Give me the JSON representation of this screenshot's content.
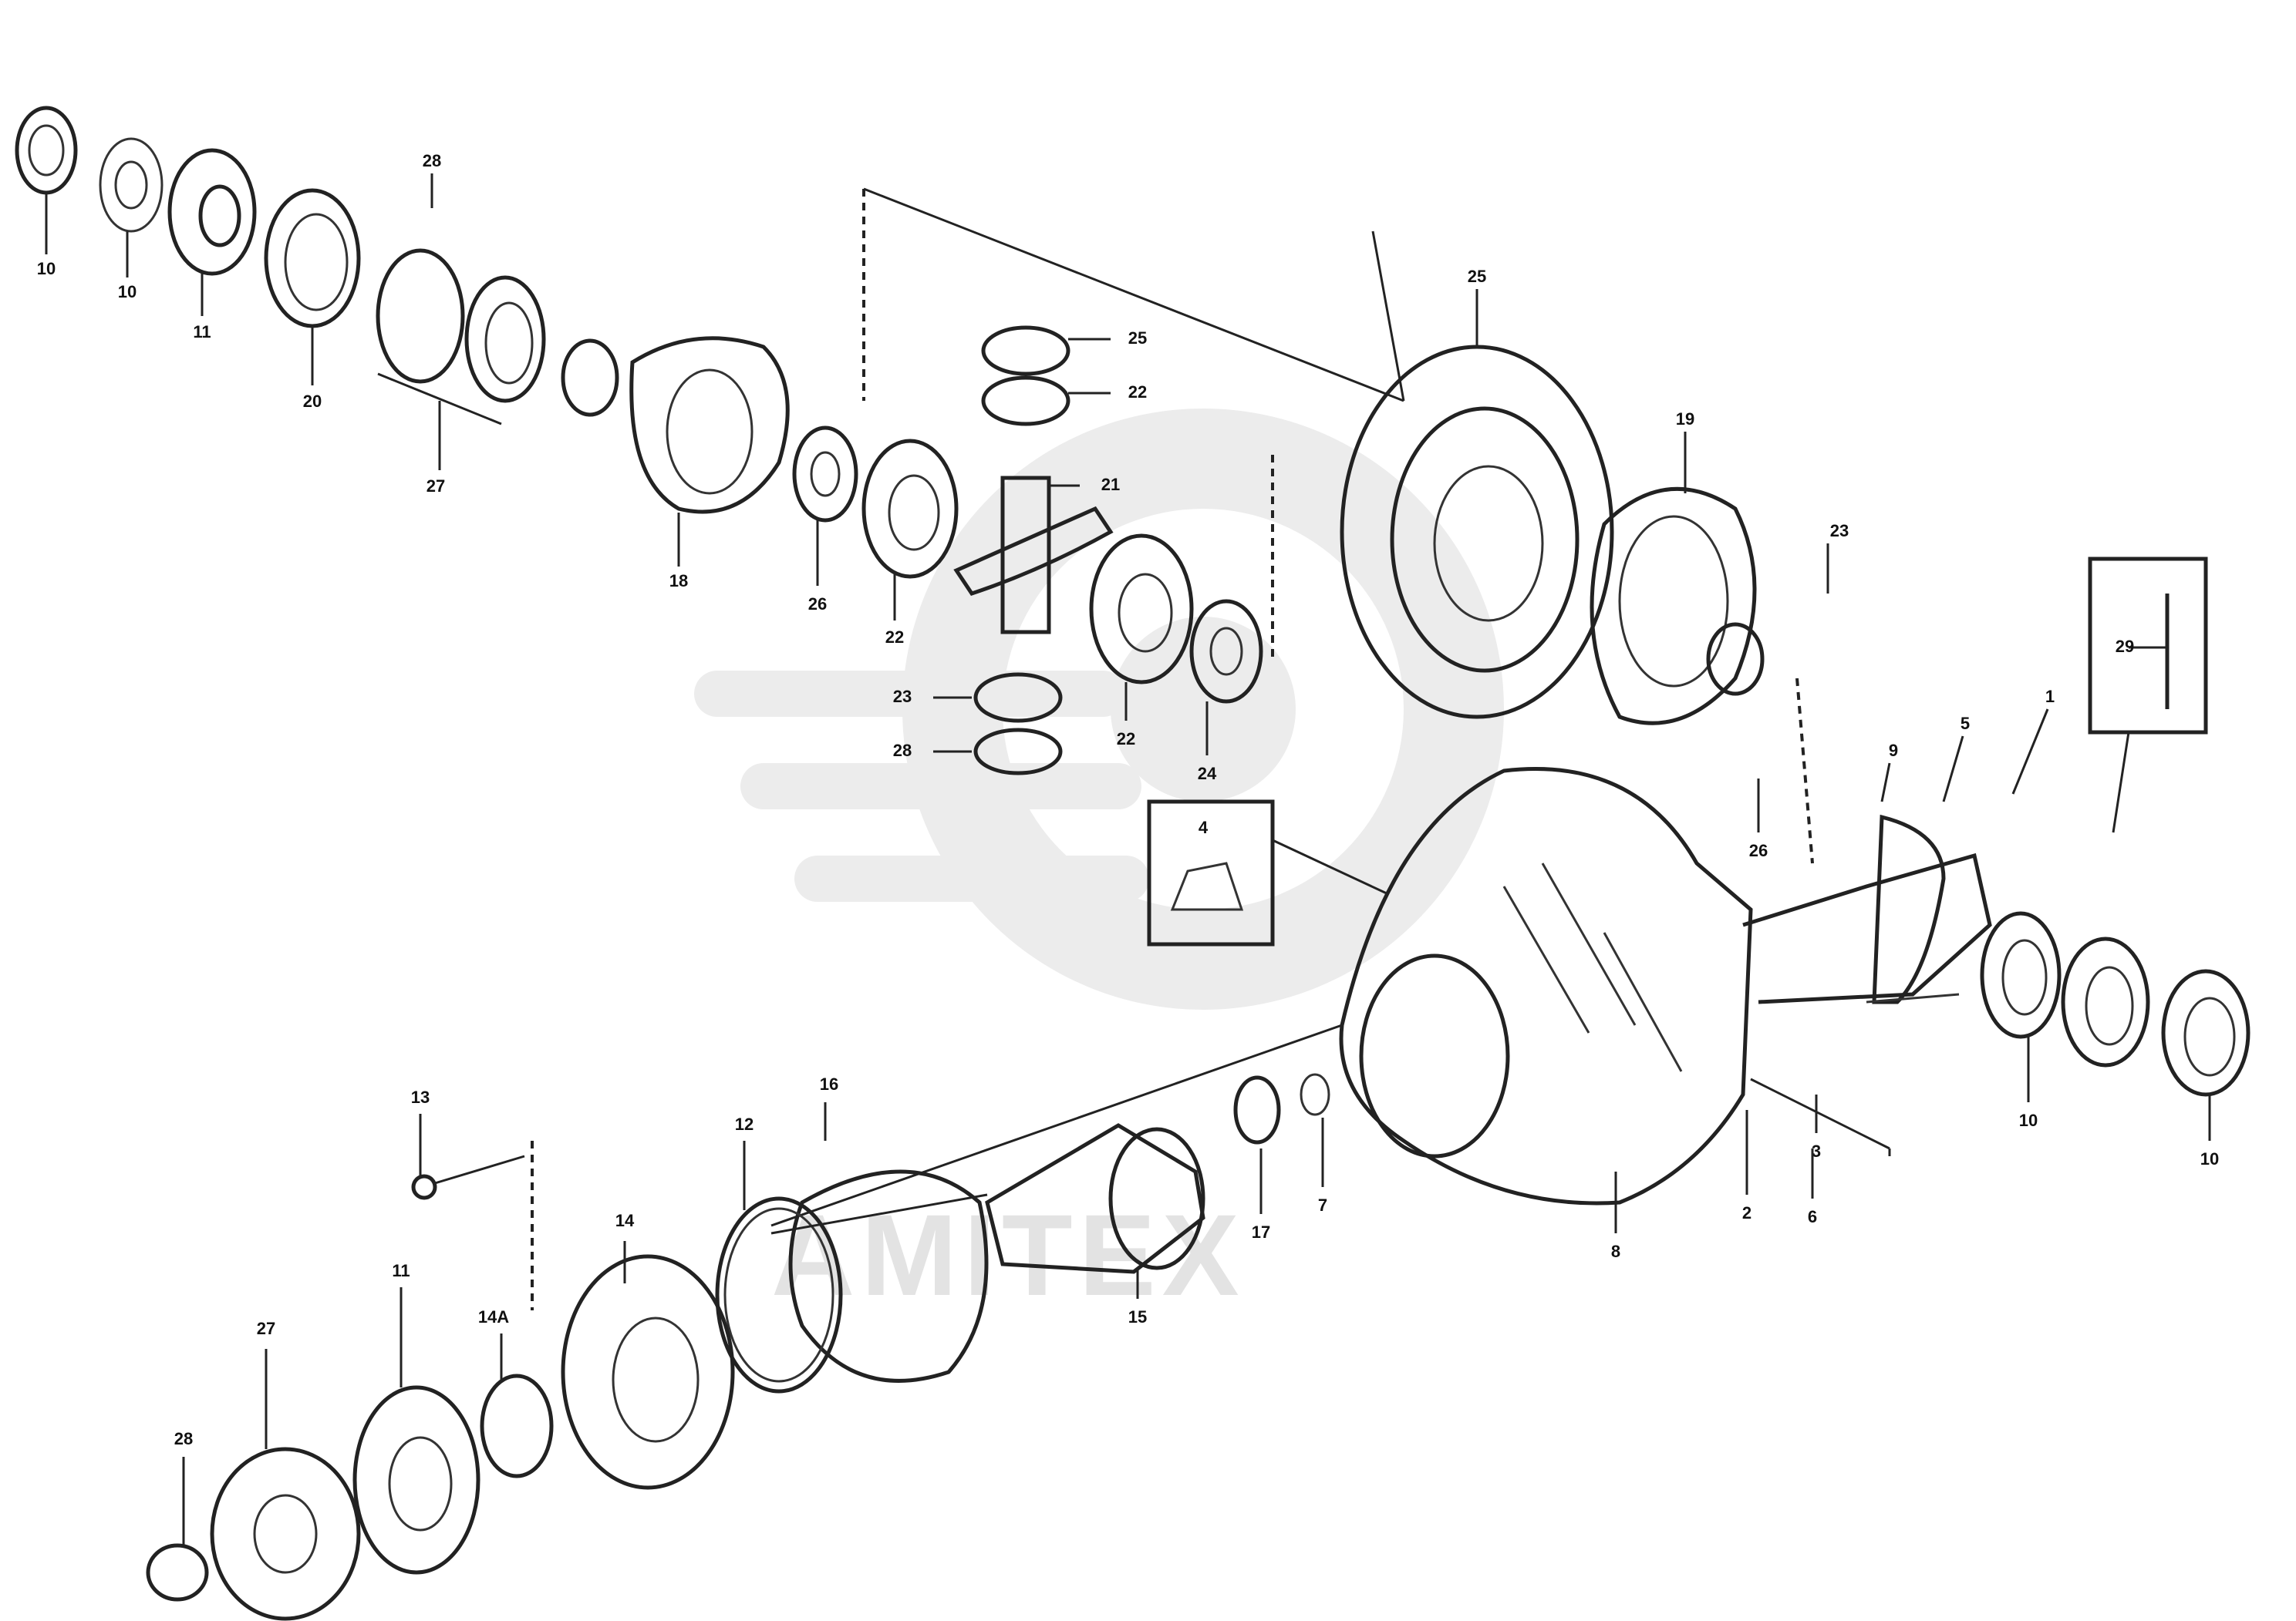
{
  "watermark": {
    "text": "AMITEX",
    "icon": "gear-wheel-watermark-icon",
    "color": "#e3e3e3"
  },
  "callouts": {
    "c1": "10",
    "c2": "10",
    "c3": "11",
    "c4": "20",
    "c5": "28",
    "c6": "27",
    "c7": "18",
    "c8": "25",
    "c9": "22",
    "c10": "21",
    "c11": "26",
    "c12": "22",
    "c13": "23",
    "c14": "28",
    "c15": "22",
    "c16": "24",
    "c17": "4",
    "c18": "19",
    "c19": "23",
    "c20": "29",
    "c21": "25",
    "c22": "26",
    "c23": "9",
    "c24": "5",
    "c25": "1",
    "c26": "3",
    "c27": "2",
    "c28": "6",
    "c29": "8",
    "c30": "7",
    "c31": "17",
    "c32": "15",
    "c33": "16",
    "c34": "14",
    "c35": "13",
    "c36": "12",
    "c37": "11",
    "c38": "14A",
    "c39": "27",
    "c40": "28",
    "c41": "10"
  },
  "reference": {
    "line1": "",
    "line2": "",
    "line3": ""
  },
  "colors": {
    "line": "#222222",
    "background": "#ffffff"
  }
}
